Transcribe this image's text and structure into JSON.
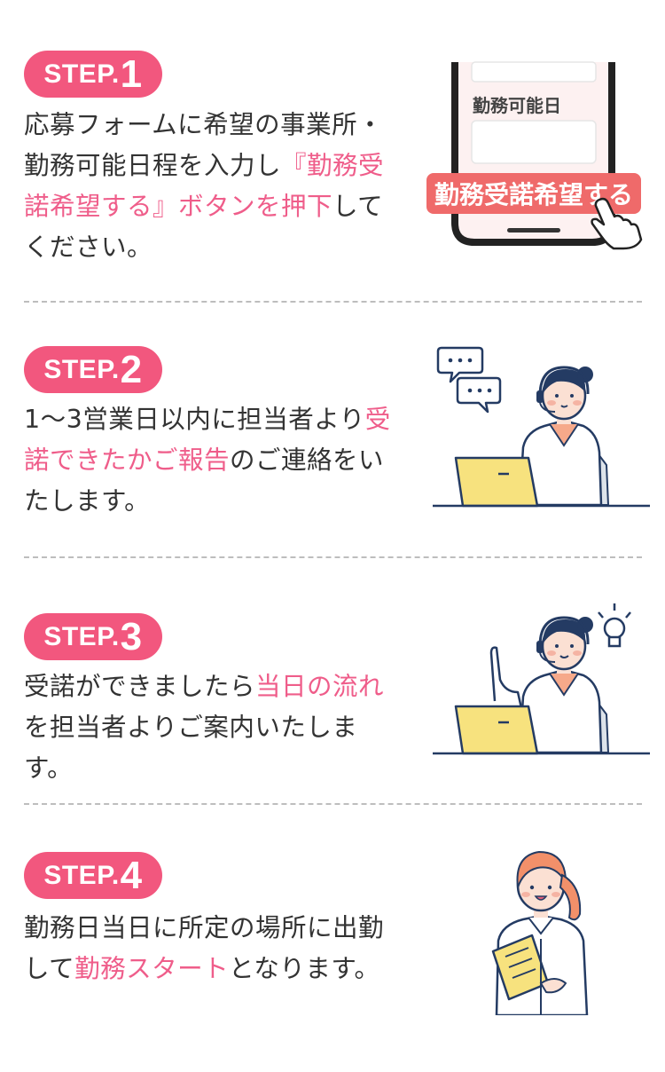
{
  "steps": [
    {
      "badge_label": "STEP.",
      "badge_number": "1",
      "desc": {
        "part1": "応募フォームに希望の事業所・勤務可能日程を入力し",
        "highlight1": "『勤務受諾希望する』ボタンを押下",
        "part2": "してください。"
      },
      "illustration": {
        "field_label": "勤務可能日",
        "button_label": "勤務受諾希望する"
      }
    },
    {
      "badge_label": "STEP.",
      "badge_number": "2",
      "desc": {
        "part1": "1〜3営業日以内に担当者より",
        "highlight1": "受諾できたかご報告",
        "part2": "のご連絡をいたします。"
      }
    },
    {
      "badge_label": "STEP.",
      "badge_number": "3",
      "desc": {
        "part1": "受諾ができましたら",
        "highlight1": "当日の流れ",
        "part2": "を担当者よりご案内いたします。"
      }
    },
    {
      "badge_label": "STEP.",
      "badge_number": "4",
      "desc": {
        "part1": "勤務日当日に所定の場所に出勤して",
        "highlight1": "勤務スタート",
        "part2": "となります。"
      }
    }
  ],
  "colors": {
    "accent": "#f2577e",
    "highlight_text": "#ef5d8a",
    "separator": "#bdbdbd",
    "laptop_yellow": "#f7e27e",
    "navy": "#243b63"
  }
}
